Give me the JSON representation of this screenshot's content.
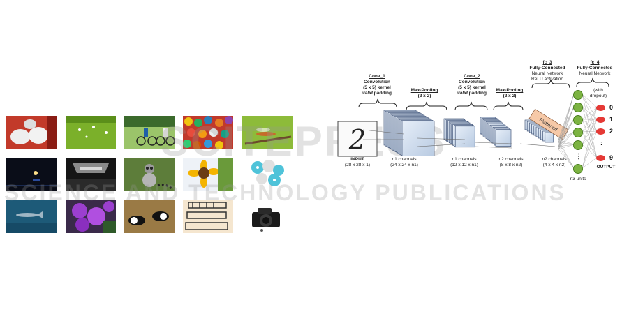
{
  "diagram": {
    "stages": [
      {
        "id": "conv1",
        "name": "Conv_1",
        "l1": "Convolution",
        "l2": "(5 x 5) kernel",
        "l3a": "valid",
        "l3b": " padding"
      },
      {
        "id": "pool1",
        "name": "Max-Pooling",
        "l1": "(2 x 2)"
      },
      {
        "id": "conv2",
        "name": "Conv_2",
        "l1": "Convolution",
        "l2": "(5 x 5) kernel",
        "l3a": "valid",
        "l3b": " padding"
      },
      {
        "id": "pool2",
        "name": "Max-Pooling",
        "l1": "(2 x 2)"
      },
      {
        "id": "fc3",
        "name": "fc_3",
        "l1": "Fully-Connected",
        "l2": "Neural Network",
        "l3": "ReLU activation"
      },
      {
        "id": "fc4",
        "name": "fc_4",
        "l1": "Fully-Connected",
        "l2": "Neural Network"
      }
    ],
    "layers": [
      {
        "id": "input",
        "line1": "INPUT",
        "line2": "(28 x 28 x 1)"
      },
      {
        "id": "l1",
        "line1": "n1 channels",
        "line2": "(24 x 24 x n1)"
      },
      {
        "id": "l2",
        "line1": "n1 channels",
        "line2": "(12 x 12 x n1)"
      },
      {
        "id": "l3",
        "line1": "n2 channels",
        "line2": "(8 x 8 x n2)"
      },
      {
        "id": "l4",
        "line1": "n2 channels",
        "line2": "(4 x 4 x n2)"
      }
    ],
    "flatten_label": "Flattened",
    "dropout_label": "(with\ndropout)",
    "hidden_units_label": "n3 units",
    "output_label": "OUTPUT",
    "outputs": [
      "0",
      "1",
      "2",
      ":",
      "9"
    ],
    "input_digit": "2",
    "colors": {
      "node": "#7cb342",
      "output": "#e53935",
      "flatten": "#f6c9a8",
      "block": "#cfe0f3"
    }
  },
  "watermark": {
    "line1": "SCITEPRESS",
    "line2": "SCIENCE AND TECHNOLOGY PUBLICATIONS"
  },
  "image_grid": [
    "chickens",
    "grass-field-birds",
    "cyclists",
    "candy-balls",
    "dragonfly",
    "dark-stage",
    "dark-room",
    "lemur",
    "sunflower",
    "buttons",
    "shark",
    "purple-flowers",
    "dogs",
    "wire-racks",
    "camera"
  ]
}
